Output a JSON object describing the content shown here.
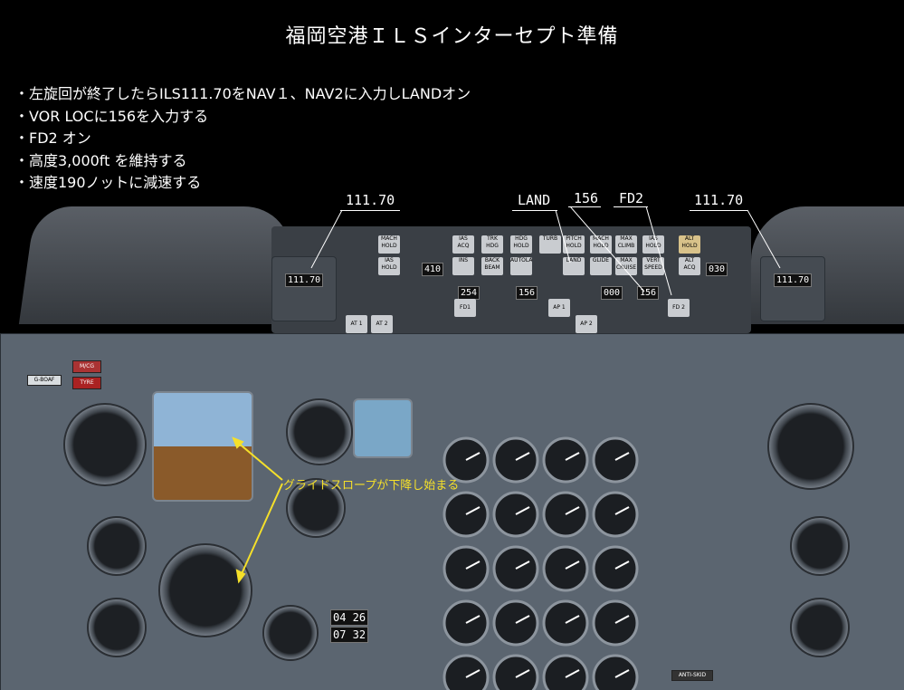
{
  "title": "福岡空港ＩＬＳインターセプト準備",
  "steps": [
    "・左旋回が終了したらILS111.70をNAV１、NAV2に入力しLANDオン",
    "・VOR LOCに156を入力する",
    "・FD2 オン",
    "・高度3,000ft を維持する",
    "・速度190ノットに減速する"
  ],
  "callouts": {
    "nav1": "111.70",
    "land": "LAND",
    "course": "156",
    "fd2": "FD2",
    "nav2": "111.70"
  },
  "glide_note": "グライドスロープが下降し始まる",
  "panel": {
    "nav1_freq": "111.70",
    "nav2_freq": "111.70",
    "speed_counter": "254",
    "course_counter_a": "156",
    "heading_counter": "000",
    "course_counter_b": "156",
    "alt_counter": "030",
    "knots_readout": "410",
    "fd1": "FD1",
    "fd2": "FD 2",
    "ap1": "AP 1",
    "ap2": "AP 2",
    "at1": "AT 1",
    "at2": "AT 2",
    "clock_top": "04 26",
    "clock_bottom": "07 32",
    "mcg": "M/CG",
    "tyre": "TYRE",
    "reg": "G-BOAF",
    "anti_skid": "ANTI-SKID",
    "buttons": [
      "MACH HOLD",
      "IAS HOLD",
      "IAS ACQ",
      "INS",
      "TRK HDG",
      "BACK BEAM",
      "HDG HOLD",
      "AUTOLAND",
      "TURB",
      "PITCH HOLD",
      "LAND",
      "MACH HOLD",
      "MAX CLIMB",
      "GLIDE",
      "IAS HOLD",
      "MAX CRUISE",
      "ALT HOLD",
      "VERT SPEED",
      "ALT ACQ"
    ]
  },
  "colors": {
    "glide_note": "#f5e02a",
    "callout_text": "#ffffff"
  }
}
